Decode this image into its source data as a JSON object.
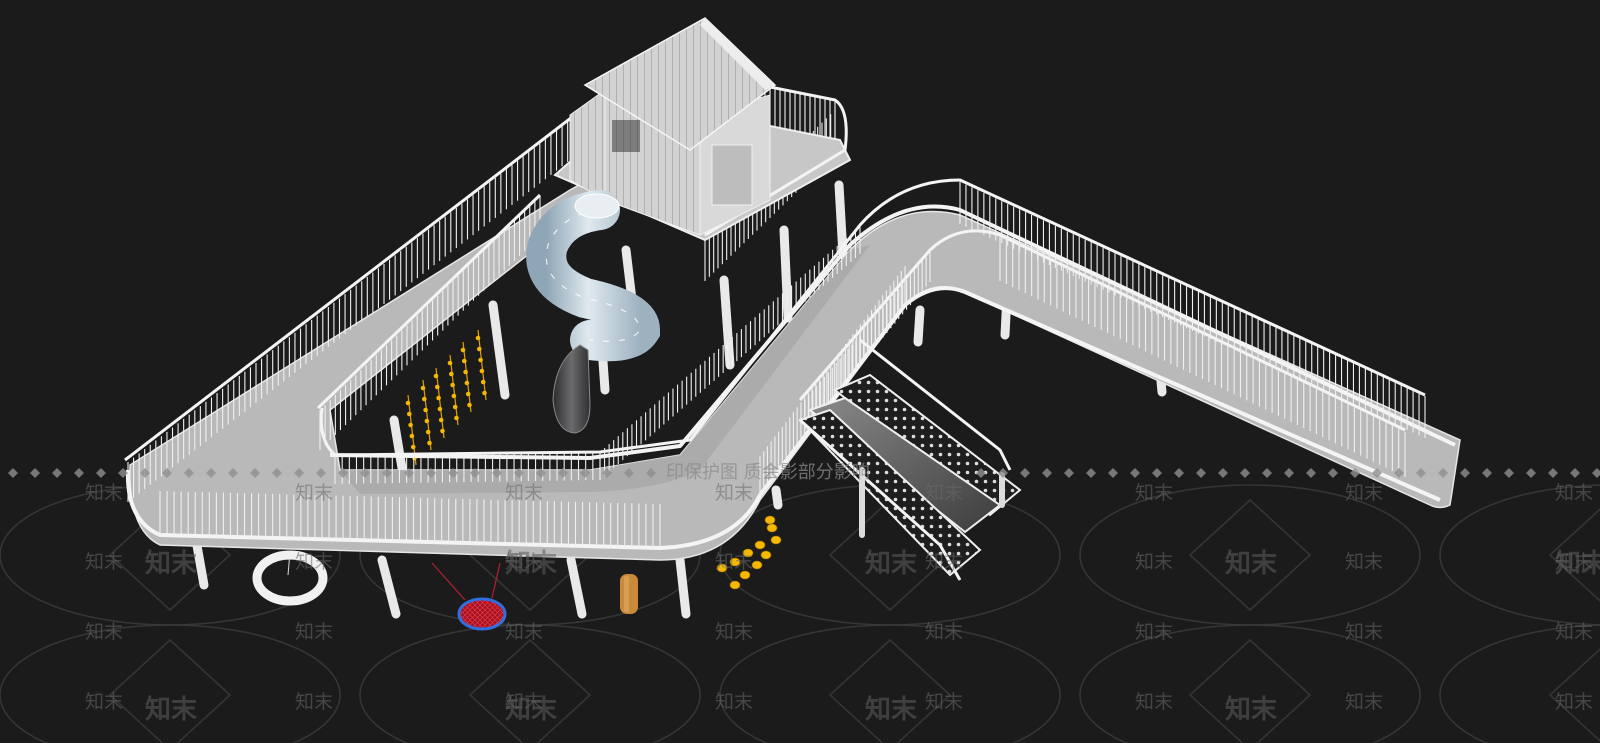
{
  "scene": {
    "subject": "playground-structure-3d-render",
    "colors": {
      "background": "#1b1b1c",
      "structure": "#e9e9e9",
      "deck": "#b9b9b9",
      "tube_slide": "#b7c9d6",
      "tube_slide_dark": "#4a4a4c",
      "rope_accent": "#f5b800",
      "net_swing": "#c0162a",
      "net_swing_rim": "#2f6fe0",
      "post_wood": "#c98a3a"
    },
    "icons": [
      "tube-slide",
      "straight-slide",
      "tire-swing",
      "net-swing",
      "climbing-rope",
      "house"
    ]
  },
  "watermark": {
    "brand": "知末",
    "banner": "印保护图      质会影部分影响"
  }
}
